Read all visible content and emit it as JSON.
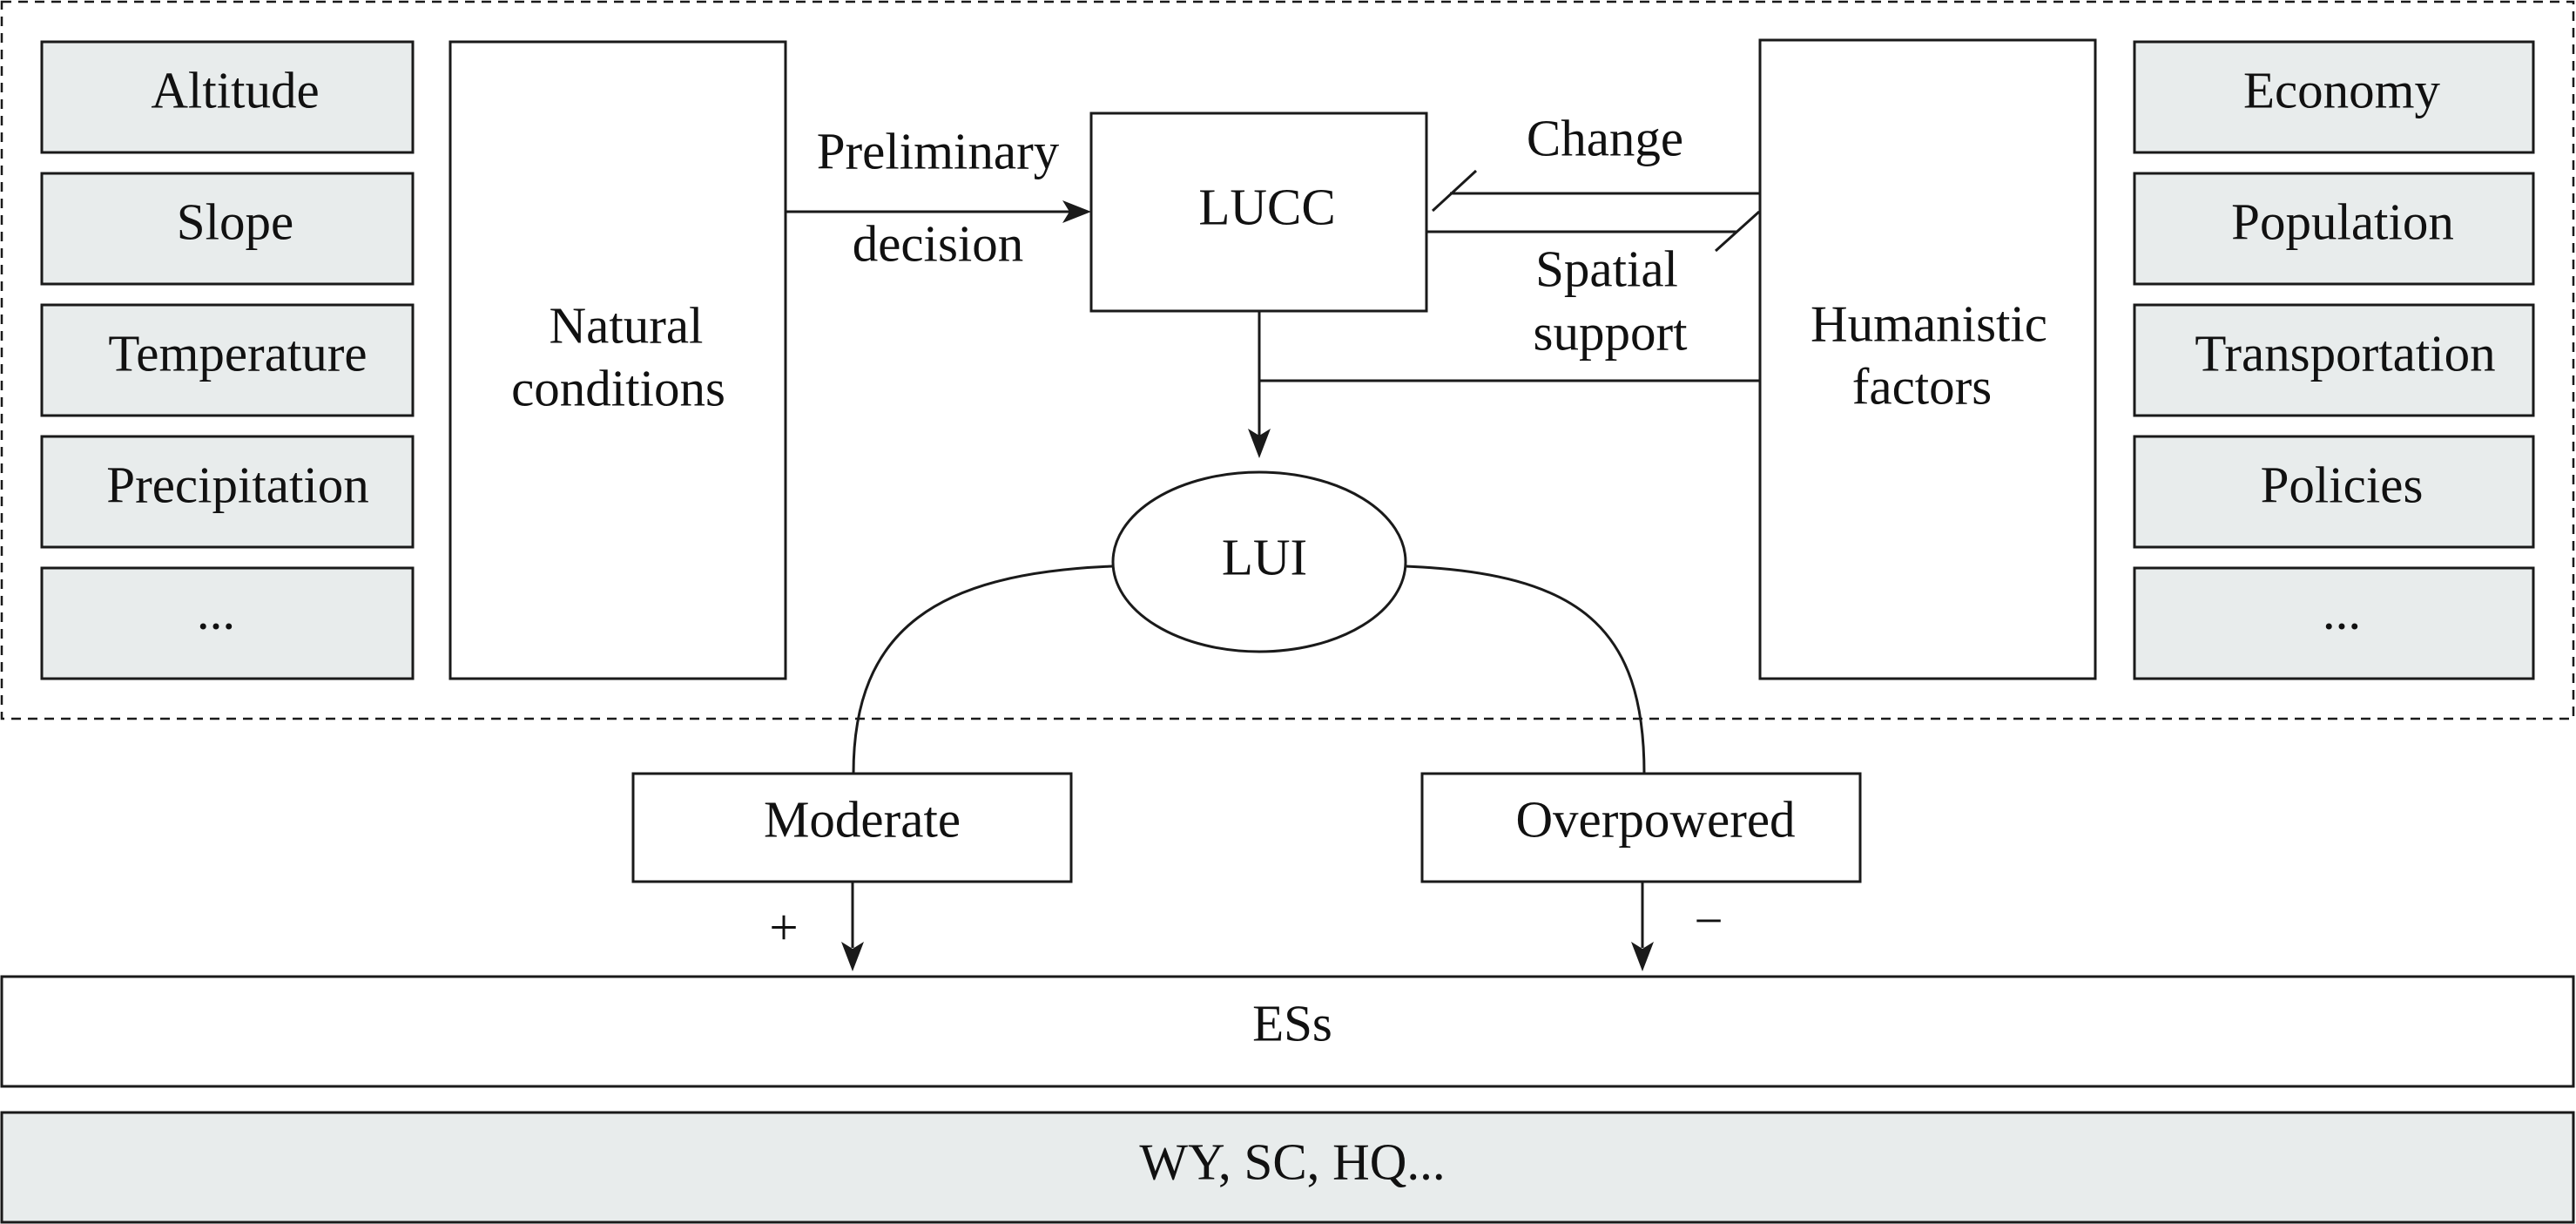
{
  "natural_factors": [
    "Altitude",
    "Slope",
    "Temperature",
    "Precipitation",
    "..."
  ],
  "natural_conditions": [
    "Natural",
    "conditions"
  ],
  "humanistic_factors_label": [
    "Humanistic",
    "factors"
  ],
  "humanistic_factors": [
    "Economy",
    "Population",
    "Transportation",
    "Policies",
    "..."
  ],
  "lucc": "LUCC",
  "lui": "LUI",
  "edge_preliminary_decision": [
    "Preliminary",
    "decision"
  ],
  "edge_change": "Change",
  "edge_spatial_support": [
    "Spatial",
    "support"
  ],
  "moderate": "Moderate",
  "overpowered": "Overpowered",
  "sign_plus": "+",
  "sign_minus": "−",
  "ess": "ESs",
  "services": "WY, SC, HQ...",
  "colors": {
    "stroke": "#1a1a1a",
    "gray_fill": "#e8ecec",
    "background": "#ffffff"
  }
}
